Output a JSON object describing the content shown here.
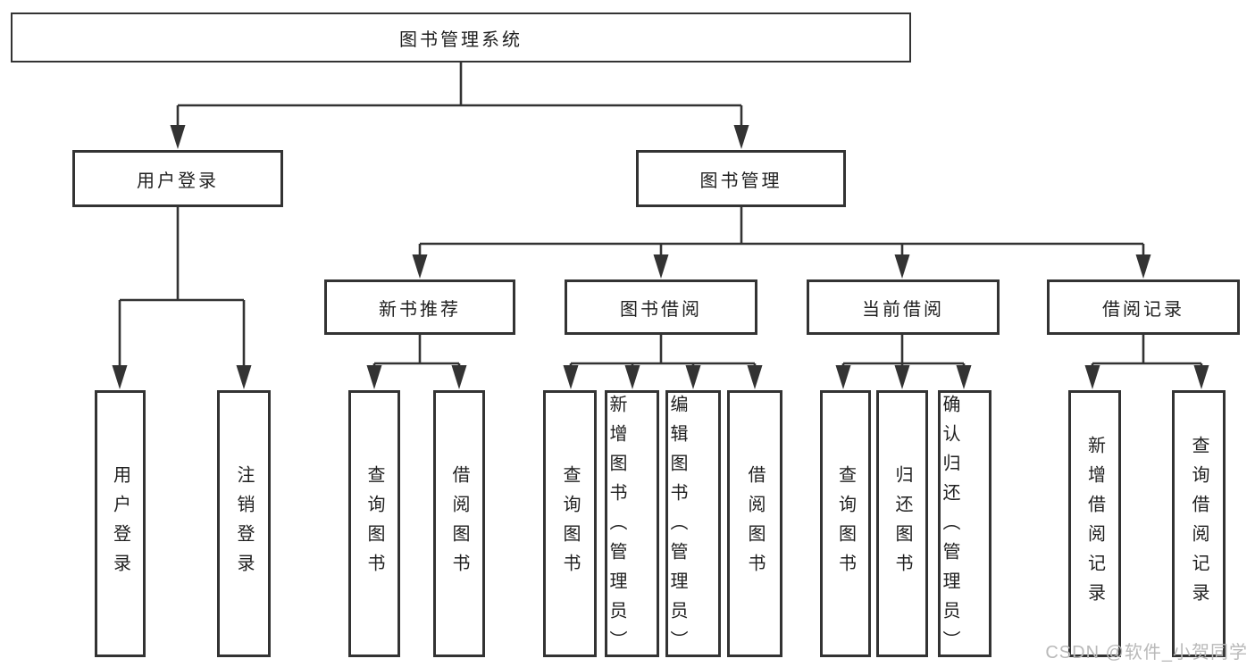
{
  "diagram": {
    "root": "图书管理系统",
    "level1": {
      "user_login": "用户登录",
      "book_mgmt": "图书管理"
    },
    "level2": {
      "new_books": "新书推荐",
      "book_borrow": "图书借阅",
      "current_borrow": "当前借阅",
      "borrow_records": "借阅记录"
    },
    "leaves": {
      "user_login": [
        "用户登录",
        "注销登录"
      ],
      "new_books": [
        "查询图书",
        "借阅图书"
      ],
      "book_borrow": [
        "查询图书",
        "新增图书（管理员）",
        "编辑图书（管理员）",
        "借阅图书"
      ],
      "current_borrow": [
        "查询图书",
        "归还图书",
        "确认归还（管理员）"
      ],
      "borrow_records": [
        "新增借阅记录",
        "查询借阅记录"
      ]
    }
  },
  "watermark": "CSDN @软件_小贺同学",
  "colors": {
    "line": "#333333",
    "text": "#1f1f1f",
    "watermark": "#b9b9b9",
    "background": "#ffffff"
  }
}
